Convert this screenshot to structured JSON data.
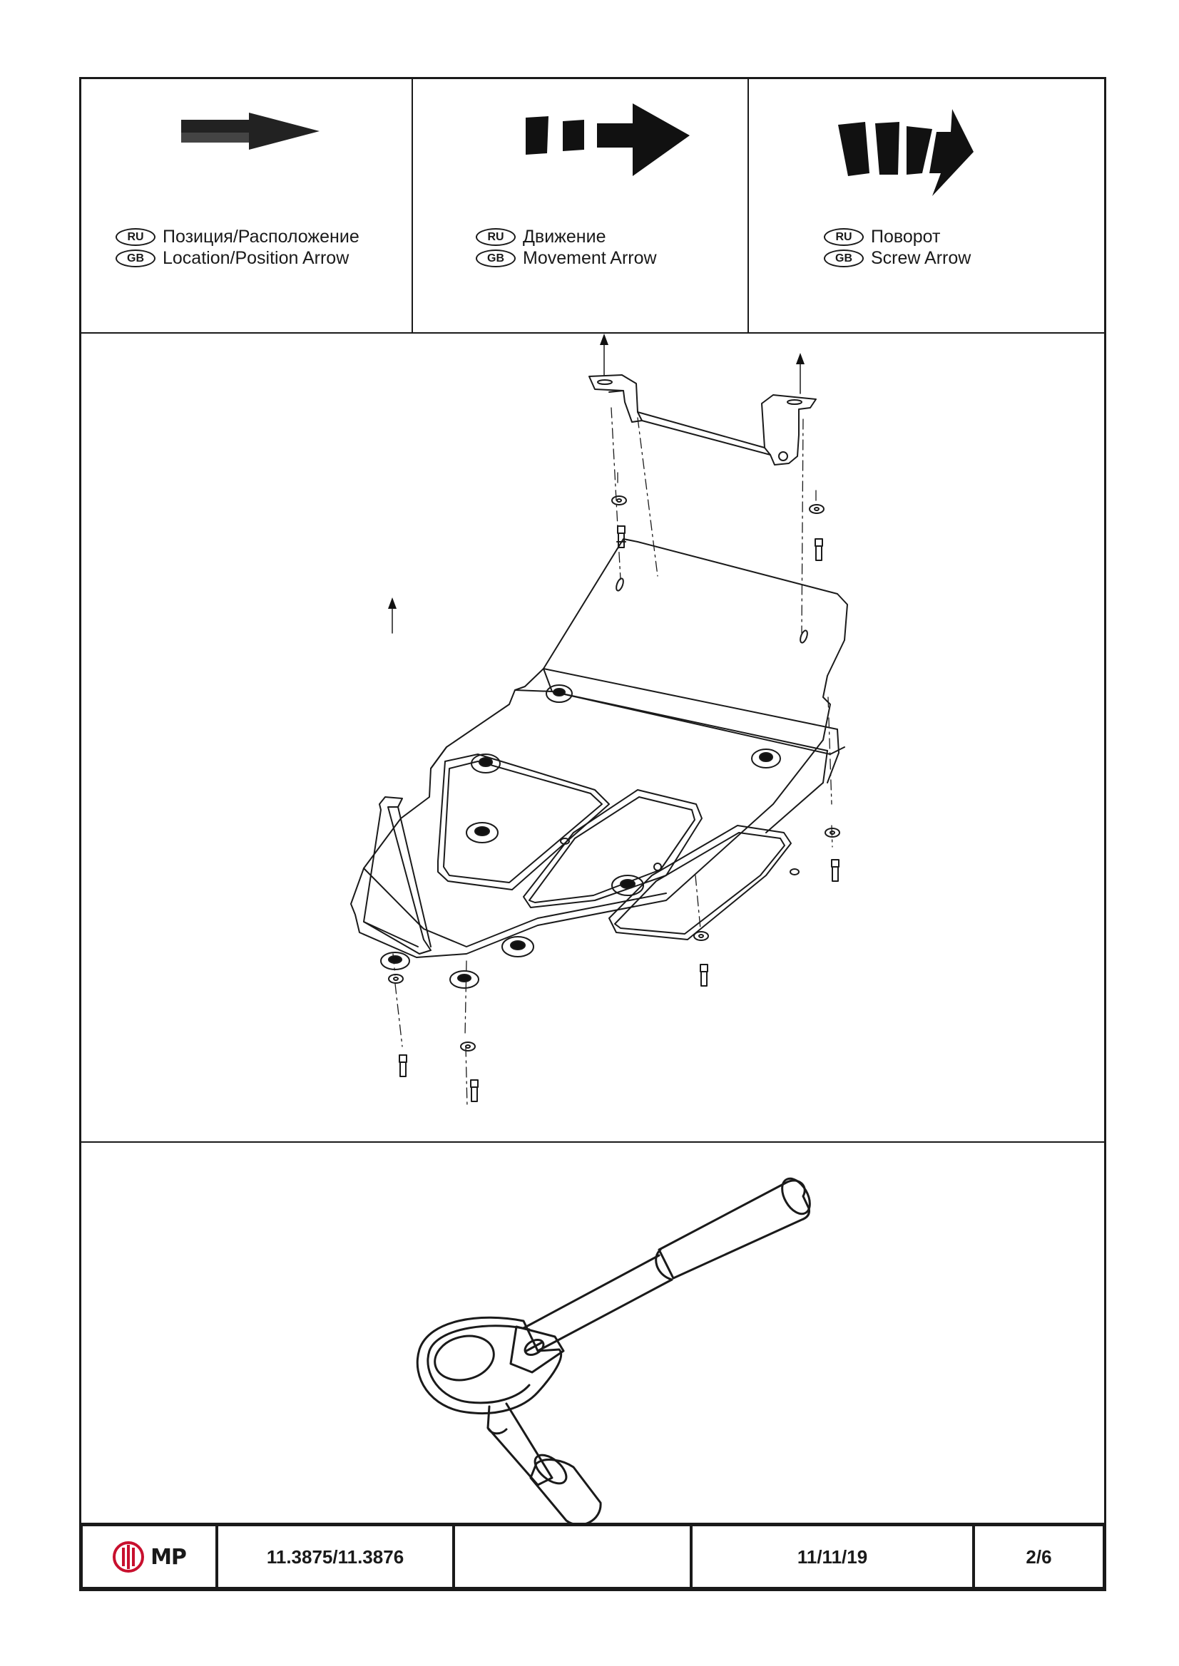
{
  "legend": [
    {
      "icon": "location-arrow-icon",
      "ru_code": "RU",
      "gb_code": "GB",
      "ru_text": "Позиция/Расположение",
      "gb_text": "Location/Position Arrow"
    },
    {
      "icon": "movement-arrow-icon",
      "ru_code": "RU",
      "gb_code": "GB",
      "ru_text": "Движение",
      "gb_text": "Movement Arrow"
    },
    {
      "icon": "screw-arrow-icon",
      "ru_code": "RU",
      "gb_code": "GB",
      "ru_text": "Поворот",
      "gb_text": "Screw Arrow"
    }
  ],
  "footer": {
    "brand": "MP",
    "part_number": "11.3875/11.3876",
    "blank": "",
    "date": "11/11/19",
    "page": "2/6"
  }
}
